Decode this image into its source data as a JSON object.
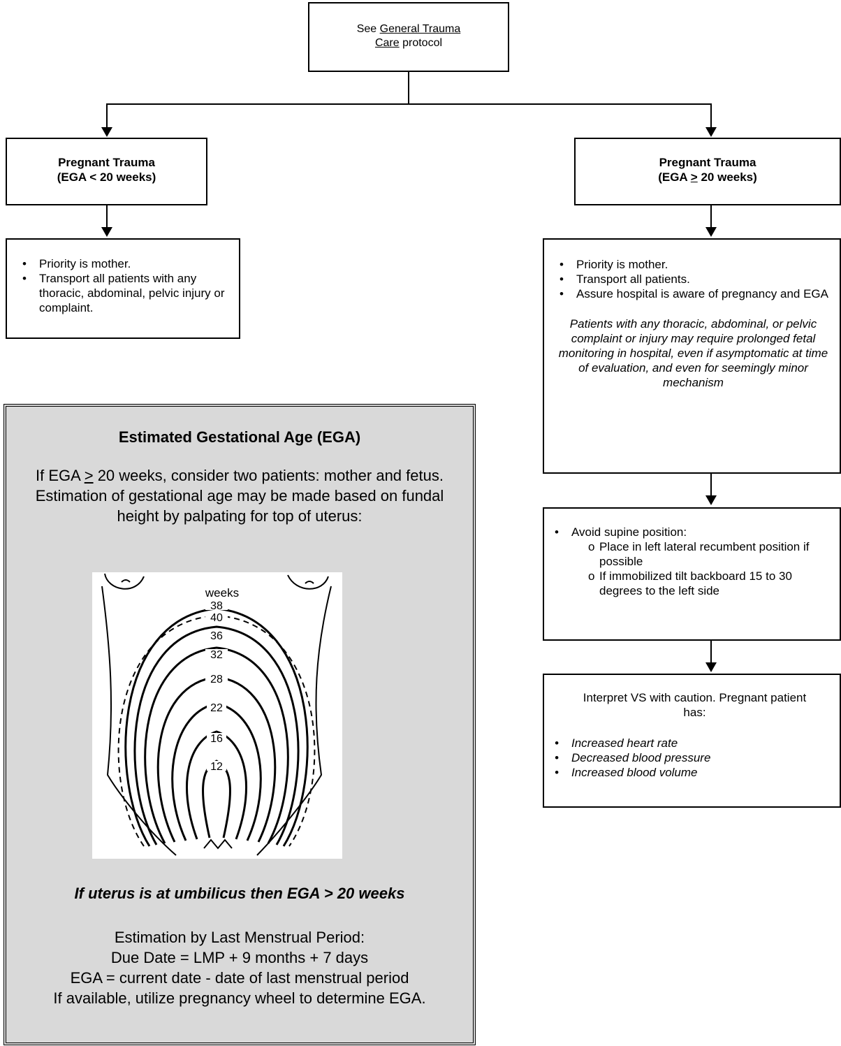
{
  "top_box": {
    "prefix": "See ",
    "link_line1": "General Trauma",
    "link_line2": "Care",
    "suffix": " protocol"
  },
  "left_branch": {
    "title": "Pregnant Trauma",
    "subtitle": "(EGA < 20 weeks)",
    "bullets": [
      "Priority is mother.",
      "Transport all patients with any thoracic, abdominal, pelvic injury or complaint."
    ]
  },
  "right_branch": {
    "title": "Pregnant Trauma",
    "subtitle_prefix": "(EGA ",
    "subtitle_symbol": ">",
    "subtitle_suffix": " 20 weeks)",
    "bullets": [
      "Priority is mother.",
      "Transport all patients.",
      "Assure hospital is aware of pregnancy and EGA"
    ],
    "note": "Patients with any thoracic, abdominal, or pelvic complaint or injury may require prolonged fetal monitoring in hospital, even if asymptomatic at time of evaluation, and even for seemingly minor mechanism"
  },
  "supine_box": {
    "bullet": "Avoid supine position:",
    "sub_items": [
      "Place in left lateral recumbent position if possible",
      "If immobilized tilt backboard 15 to 30 degrees to the left side"
    ]
  },
  "vs_box": {
    "intro": "Interpret VS with caution. Pregnant patient has:",
    "items": [
      "Increased heart rate",
      "Decreased blood pressure",
      "Increased blood volume"
    ]
  },
  "ega_box": {
    "title": "Estimated Gestational Age (EGA)",
    "para_prefix": "If EGA ",
    "para_symbol": ">",
    "para_suffix": " 20 weeks, consider two patients: mother and fetus. Estimation of gestational age may be made based on fundal height by palpating for top of uterus:",
    "figure_label": "weeks",
    "figure_weeks": [
      "38",
      "40",
      "36",
      "32",
      "28",
      "22",
      "16",
      "12"
    ],
    "umbilicus_note": "If uterus is at umbilicus then EGA > 20 weeks",
    "lmp_lines": [
      "Estimation by Last Menstrual Period:",
      "Due Date = LMP + 9 months + 7 days",
      "EGA = current date - date of last menstrual period",
      "If available, utilize pregnancy wheel to determine EGA."
    ]
  },
  "colors": {
    "ega_background": "#d9d9d9",
    "lines": "#000000"
  }
}
